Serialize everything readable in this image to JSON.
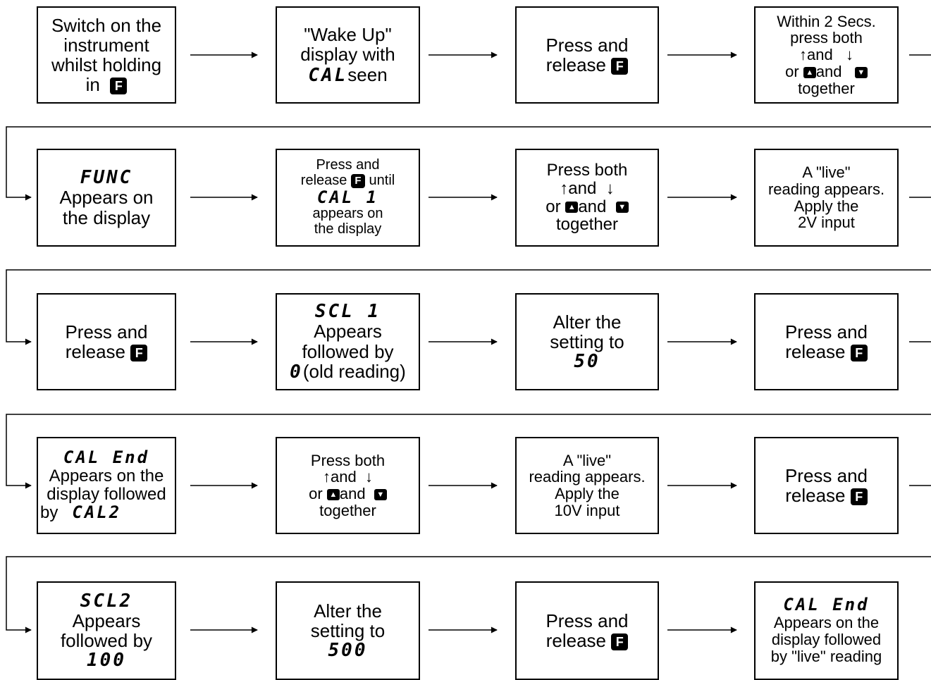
{
  "icons": {
    "f_key": "F",
    "up_key": "▲",
    "down_key": "▼",
    "up_arrow": "↑",
    "down_arrow": "↓"
  },
  "steps": {
    "r1c1": {
      "l1": "Switch on the",
      "l2": "instrument",
      "l3": "whilst holding",
      "l4": "in"
    },
    "r1c2": {
      "l1": "\"Wake Up\"",
      "l2": "display with",
      "seg": "CAL",
      "l3": "seen"
    },
    "r1c3": {
      "l1": "Press  and",
      "l2": "release"
    },
    "r1c4": {
      "l1": "Within  2  Secs.",
      "l2": "press  both",
      "l3a": "and",
      "l4a": "or",
      "l4b": "and",
      "l5": "together"
    },
    "r2c1": {
      "seg": "FUNC",
      "l1": "Appears on",
      "l2": "the display"
    },
    "r2c2": {
      "l1": "Press and",
      "l2a": "release",
      "l2b": "until",
      "seg": "CAL 1",
      "l3": "appears on",
      "l4": "the display"
    },
    "r2c3": {
      "l1": "Press  both",
      "l2": "and",
      "l3a": "or",
      "l3b": "and",
      "l4": "together"
    },
    "r2c4": {
      "l1": "A \"live\"",
      "l2": "reading appears.",
      "l3": "Apply the",
      "l4": "2V input"
    },
    "r3c1": {
      "l1": "Press  and",
      "l2": "release"
    },
    "r3c2": {
      "seg": "SCL 1",
      "l1": "Appears",
      "l2": "followed by",
      "seg2": "0",
      "l3": "(old reading)"
    },
    "r3c3": {
      "l1": "Alter the",
      "l2": "setting to",
      "seg": "50"
    },
    "r3c4": {
      "l1": "Press  and",
      "l2": "release"
    },
    "r4c1": {
      "seg": "CAL End",
      "l1": "Appears on the",
      "l2": "display followed",
      "l3": "by",
      "seg2": "CAL2"
    },
    "r4c2": {
      "l1": "Press  both",
      "l2": "and",
      "l3a": "or",
      "l3b": "and",
      "l4": "together"
    },
    "r4c3": {
      "l1": "A \"live\"",
      "l2": "reading appears.",
      "l3": "Apply the",
      "l4": "10V input"
    },
    "r4c4": {
      "l1": "Press  and",
      "l2": "release"
    },
    "r5c1": {
      "seg": "SCL2",
      "l1": "Appears",
      "l2": "followed by",
      "seg2": "100"
    },
    "r5c2": {
      "l1": "Alter the",
      "l2": "setting to",
      "seg": "500"
    },
    "r5c3": {
      "l1": "Press  and",
      "l2": "release"
    },
    "r5c4": {
      "seg": "CAL End",
      "l1": "Appears on the",
      "l2": "display followed",
      "l3": "by \"live\" reading"
    }
  }
}
